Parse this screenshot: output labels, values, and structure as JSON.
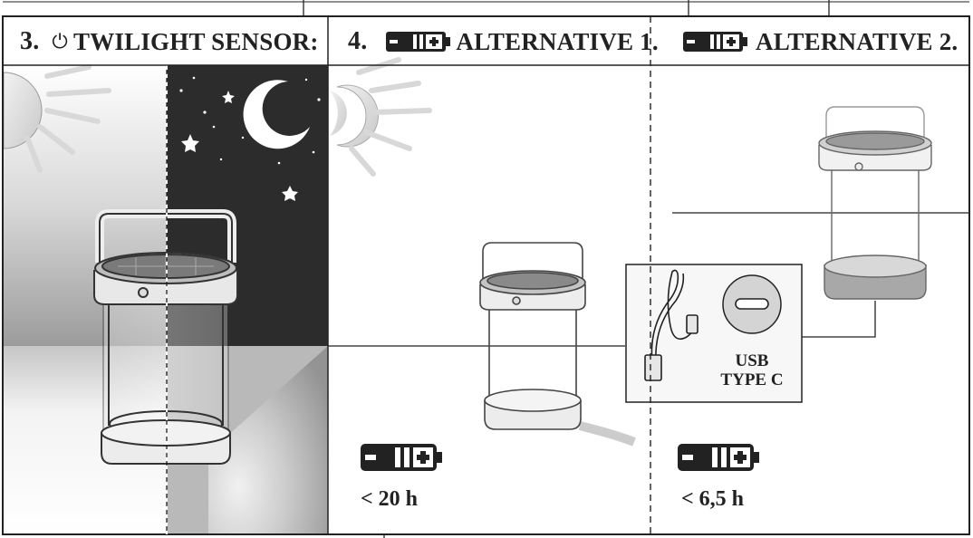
{
  "panels": [
    {
      "step": "3.",
      "title": "TWILIGHT SENSOR:",
      "icon": "power-icon"
    },
    {
      "step": "4.",
      "title": "ALTERNATIVE 1.",
      "icon": "battery-icon"
    },
    {
      "step": "",
      "title": "ALTERNATIVE 2.",
      "icon": "battery-icon"
    }
  ],
  "runtime_alt1": "< 20 h",
  "runtime_alt2": "< 6,5 h",
  "usb_label_line1": "USB",
  "usb_label_line2": "TYPE C",
  "colors": {
    "frame": "#222222",
    "night_sky": "#2c2c2c",
    "floor": "#b8b8b8",
    "sun": "#e6e6e6"
  }
}
